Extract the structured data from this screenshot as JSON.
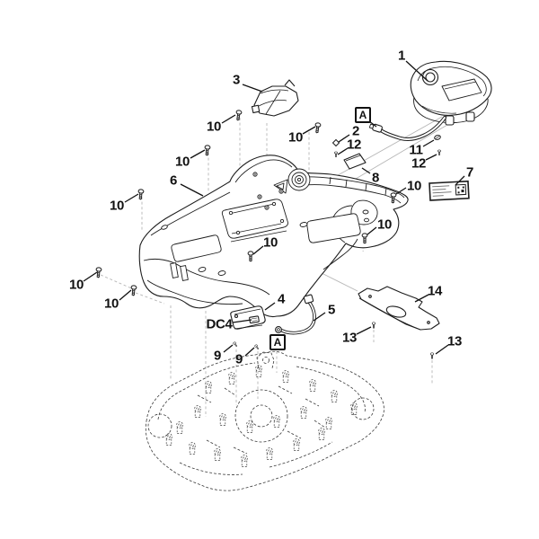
{
  "diagram_type": "exploded-parts-diagram",
  "colors": {
    "background": "#ffffff",
    "line": "#1d1d1d",
    "ghost_line": "#3a3a3a",
    "guide_line": "#b5b5b5",
    "label": "#111111"
  },
  "callouts": [
    {
      "id": "part-1",
      "label": "1"
    },
    {
      "id": "part-3",
      "label": "3"
    },
    {
      "id": "screw-10-a",
      "label": "10"
    },
    {
      "id": "screw-10-b",
      "label": "10"
    },
    {
      "id": "screw-10-c",
      "label": "10"
    },
    {
      "id": "screw-10-d",
      "label": "10"
    },
    {
      "id": "screw-10-e",
      "label": "10"
    },
    {
      "id": "screw-10-f",
      "label": "10"
    },
    {
      "id": "screw-10-g",
      "label": "10"
    },
    {
      "id": "screw-10-h",
      "label": "10"
    },
    {
      "id": "screw-10-i",
      "label": "10"
    },
    {
      "id": "part-2",
      "label": "2"
    },
    {
      "id": "screw-12-a",
      "label": "12"
    },
    {
      "id": "part-11",
      "label": "11"
    },
    {
      "id": "screw-12-b",
      "label": "12"
    },
    {
      "id": "part-8",
      "label": "8"
    },
    {
      "id": "part-7",
      "label": "7"
    },
    {
      "id": "part-6",
      "label": "6"
    },
    {
      "id": "part-4",
      "label": "4"
    },
    {
      "id": "part-5",
      "label": "5"
    },
    {
      "id": "screw-9-a",
      "label": "9"
    },
    {
      "id": "screw-9-b",
      "label": "9"
    },
    {
      "id": "screw-13-a",
      "label": "13"
    },
    {
      "id": "screw-13-b",
      "label": "13"
    },
    {
      "id": "part-14",
      "label": "14"
    },
    {
      "id": "dc4-connector",
      "label": "DC4"
    }
  ],
  "markers": [
    {
      "id": "cable-ref-top",
      "label": "A"
    },
    {
      "id": "cable-ref-bottom",
      "label": "A"
    }
  ]
}
